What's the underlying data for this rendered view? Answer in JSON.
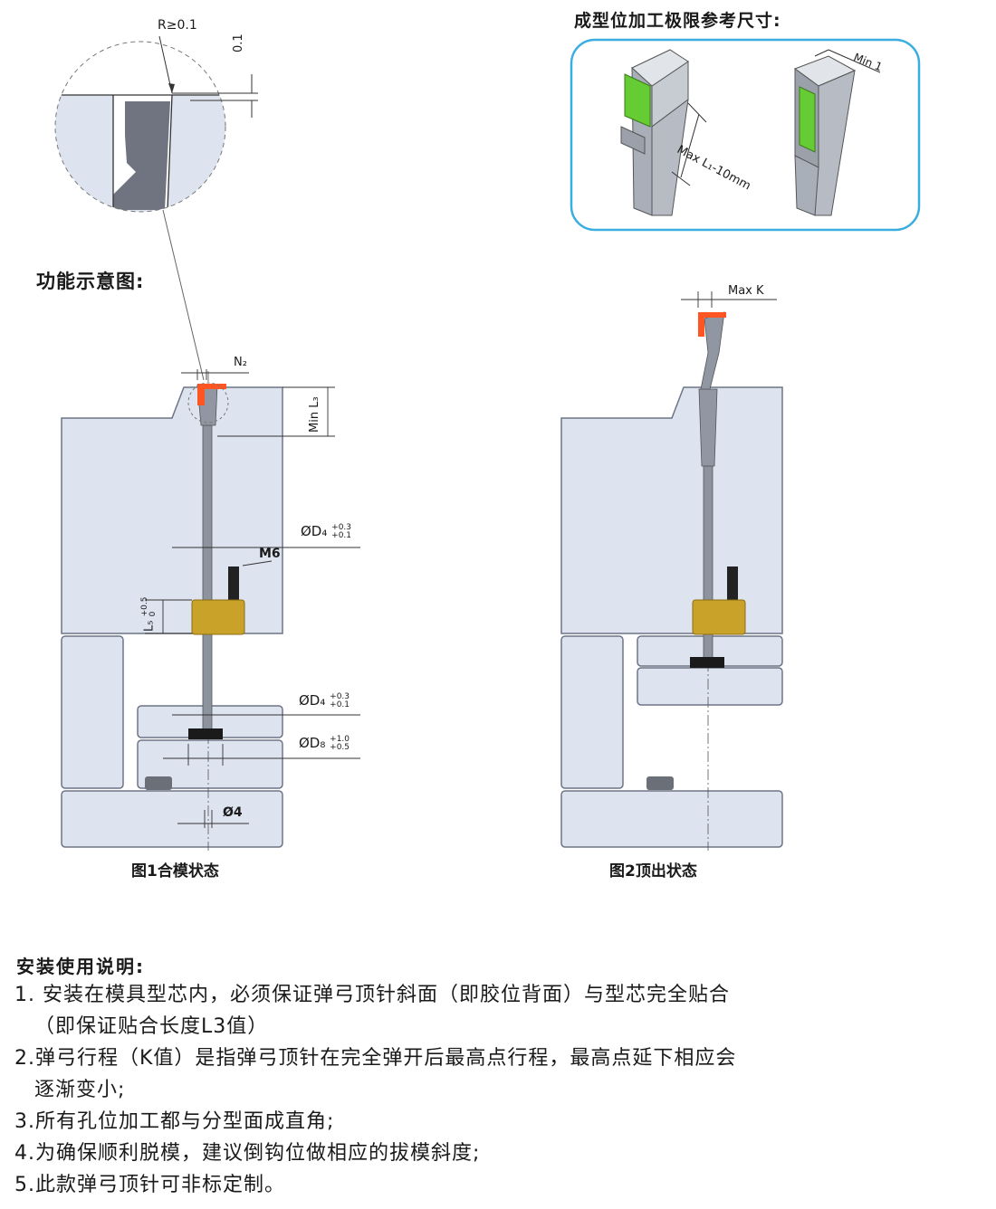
{
  "limits_panel": {
    "title": "成型位加工极限参考尺寸:",
    "label_max": "Max L₁-10mm",
    "label_min": "Min 1"
  },
  "schematic_title": "功能示意图:",
  "detail": {
    "radius_label": "R≥0.1",
    "offset_label": "0.1"
  },
  "fig1": {
    "caption": "图1合模状态",
    "n2": "N₂",
    "min_l3": "Min L₃",
    "d4_top": "ØD₄",
    "d4_top_tol_upper": "+0.3",
    "d4_top_tol_lower": "+0.1",
    "m6": "M6",
    "l5": "L₅",
    "l5_tol_upper": "+0.5",
    "l5_tol_lower": "0",
    "d4_bottom": "ØD₄",
    "d4_bottom_tol_upper": "+0.3",
    "d4_bottom_tol_lower": "+0.1",
    "d8": "ØD₈",
    "d8_tol_upper": "+1.0",
    "d8_tol_lower": "+0.5",
    "d4_small": "Ø4"
  },
  "fig2": {
    "caption": "图2顶出状态",
    "max_k": "Max K"
  },
  "instructions": {
    "title": "安装使用说明:",
    "items": [
      "1. 安装在模具型芯内，必须保证弹弓顶针斜面（即胶位背面）与型芯完全贴合",
      "（即保证贴合长度L3值）",
      "2.弹弓行程（K值）是指弹弓顶针在完全弹开后最高点行程，最高点延下相应会",
      "逐渐变小;",
      "3.所有孔位加工都与分型面成直角;",
      "4.为确保顺利脱模，建议倒钩位做相应的拔模斜度;",
      "5.此款弹弓顶针可非标定制。"
    ]
  },
  "colors": {
    "mold_plate": "#dde4ef",
    "outline": "#6d7585",
    "pin": "#9097a3",
    "hook": "#ff5522",
    "brass": "#c9a22a",
    "green_face": "#66cc33",
    "panel_border": "#3aaee0"
  }
}
